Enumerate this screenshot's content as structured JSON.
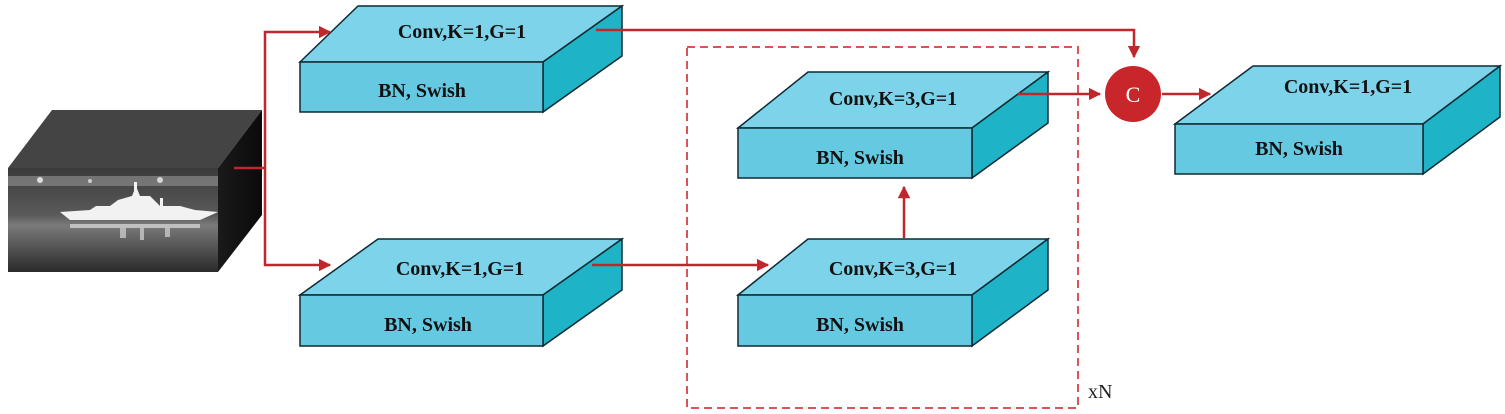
{
  "colors": {
    "block_front": "#66c9e2",
    "block_top": "#7dd3ea",
    "block_side": "#1fb3c7",
    "block_stroke": "#0d2b33",
    "arrow": "#c0272d",
    "concat_node": "#c9262c",
    "dashed_box": "#d9535a"
  },
  "input_image": {
    "icon": "infrared-ship-image-cube"
  },
  "blocks": {
    "top_branch": {
      "top_text": "Conv,K=1,G=1",
      "front_text": "BN, Swish"
    },
    "bottom_branch": {
      "top_text": "Conv,K=1,G=1",
      "front_text": "BN, Swish"
    },
    "repeat_lower": {
      "top_text": "Conv,K=3,G=1",
      "front_text": "BN, Swish"
    },
    "repeat_upper": {
      "top_text": "Conv,K=3,G=1",
      "front_text": "BN, Swish"
    },
    "output": {
      "top_text": "Conv,K=1,G=1",
      "front_text": "BN, Swish"
    }
  },
  "concat_node": {
    "label": "C"
  },
  "repeat_group": {
    "label": "xN"
  }
}
